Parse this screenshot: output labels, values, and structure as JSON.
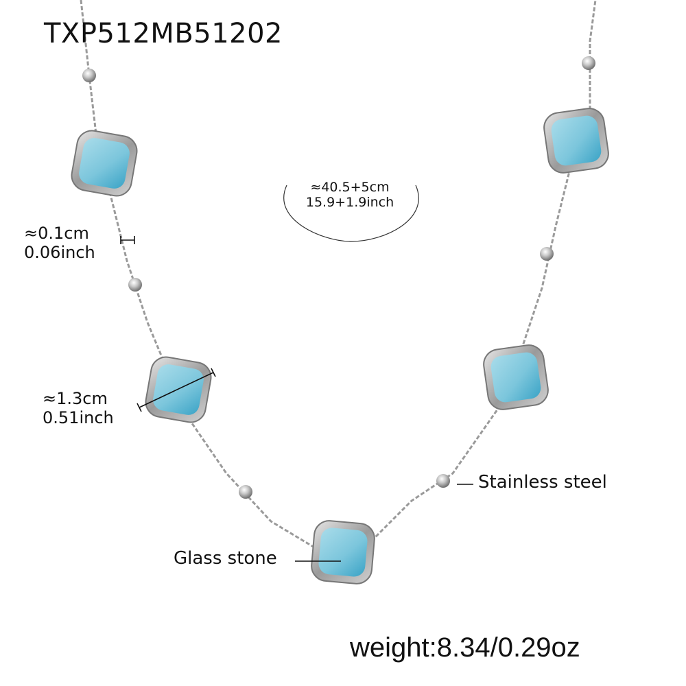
{
  "product": {
    "sku": "TXP512MB51202",
    "length": {
      "cm": "≈40.5+5cm",
      "inch": "15.9+1.9inch"
    },
    "chain_width": {
      "cm": "≈0.1cm",
      "inch": "0.06inch"
    },
    "stone_size": {
      "cm": "≈1.3cm",
      "inch": "0.51inch"
    },
    "callouts": {
      "material": "Stainless steel",
      "stone": "Glass stone"
    },
    "weight": "weight:8.34/0.29oz"
  },
  "colors": {
    "stone": "#7ec8dc",
    "stone_dark": "#3ea8c8",
    "metal": "#b8b8b8",
    "metal_dark": "#7a7a7a",
    "text": "#111111"
  }
}
